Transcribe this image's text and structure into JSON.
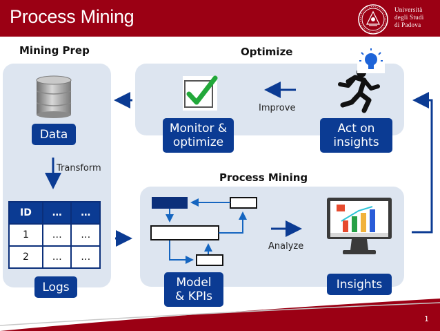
{
  "header": {
    "title": "Process Mining",
    "university_lines": [
      "Università",
      "degli Studi",
      "di Padova"
    ]
  },
  "sections": {
    "mining_prep": "Mining Prep",
    "optimize": "Optimize",
    "process_mining": "Process Mining"
  },
  "pills": {
    "data": "Data",
    "logs": "Logs",
    "monitor": "Monitor &\noptimize",
    "act": "Act on\ninsights",
    "model": "Model\n& KPIs",
    "insights": "Insights"
  },
  "labels": {
    "transform": "Transform",
    "improve": "Improve",
    "analyze": "Analyze"
  },
  "table": {
    "header": [
      "ID",
      "…",
      "…"
    ],
    "rows": [
      [
        "1",
        "…",
        "…"
      ],
      [
        "2",
        "…",
        "…"
      ]
    ]
  },
  "page_number": "1",
  "colors": {
    "header_red": "#9b0014",
    "pill_blue": "#0b3b93",
    "panel_bg": "#dde5f0",
    "check_green": "#22a83a"
  },
  "icons": [
    "database-icon",
    "checkmark-icon",
    "running-person-icon",
    "lightbulb-icon",
    "monitor-chart-icon",
    "process-flow-icon"
  ]
}
